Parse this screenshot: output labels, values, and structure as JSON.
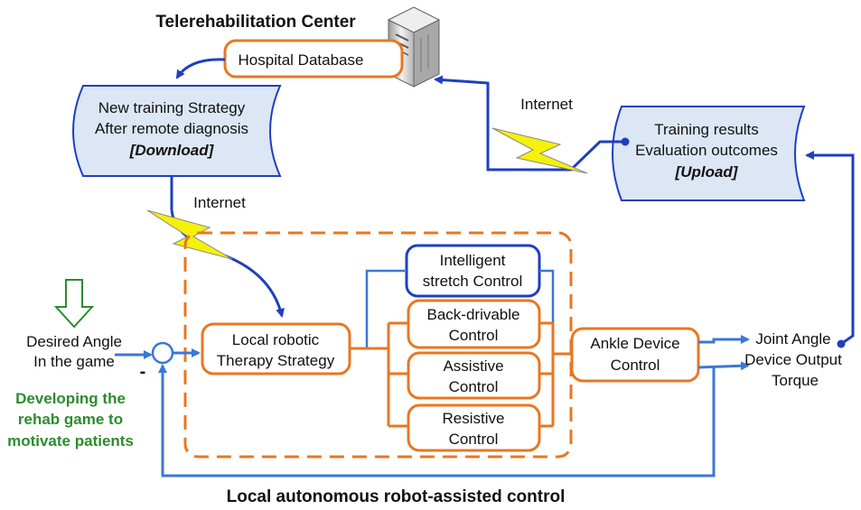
{
  "title": "Telerehabilitation Center",
  "hospital_database": "Hospital Database",
  "download_box": {
    "line1": "New training Strategy",
    "line2": "After remote diagnosis",
    "line3": "[Download]"
  },
  "upload_box": {
    "line1": "Training results",
    "line2": "Evaluation outcomes",
    "line3": "[Upload]"
  },
  "internet_top": "Internet",
  "internet_left": "Internet",
  "desired_angle": {
    "line1": "Desired Angle",
    "line2": "In the game"
  },
  "minus_sign": "-",
  "game_note": {
    "line1": "Developing the",
    "line2": "rehab game to",
    "line3": "motivate patients"
  },
  "local_strategy": {
    "line1": "Local robotic",
    "line2": "Therapy Strategy"
  },
  "controls": {
    "intelligent": {
      "line1": "Intelligent",
      "line2": "stretch  Control"
    },
    "backdrivable": {
      "line1": "Back-drivable",
      "line2": "Control"
    },
    "assistive": {
      "line1": "Assistive",
      "line2": "Control"
    },
    "resistive": {
      "line1": "Resistive",
      "line2": "Control"
    }
  },
  "ankle": {
    "line1": "Ankle Device",
    "line2": "Control"
  },
  "outputs": {
    "line1": "Joint Angle",
    "line2": "Device Output",
    "line3": "Torque"
  },
  "footer": "Local autonomous robot-assisted control",
  "colors": {
    "orange": "#e87722",
    "blue_arrow": "#1f3fbf",
    "light_blue": "#3a78d8",
    "doc_fill": "#dce6f4",
    "bolt": "#f5f10a",
    "green": "#2e8b2e"
  }
}
